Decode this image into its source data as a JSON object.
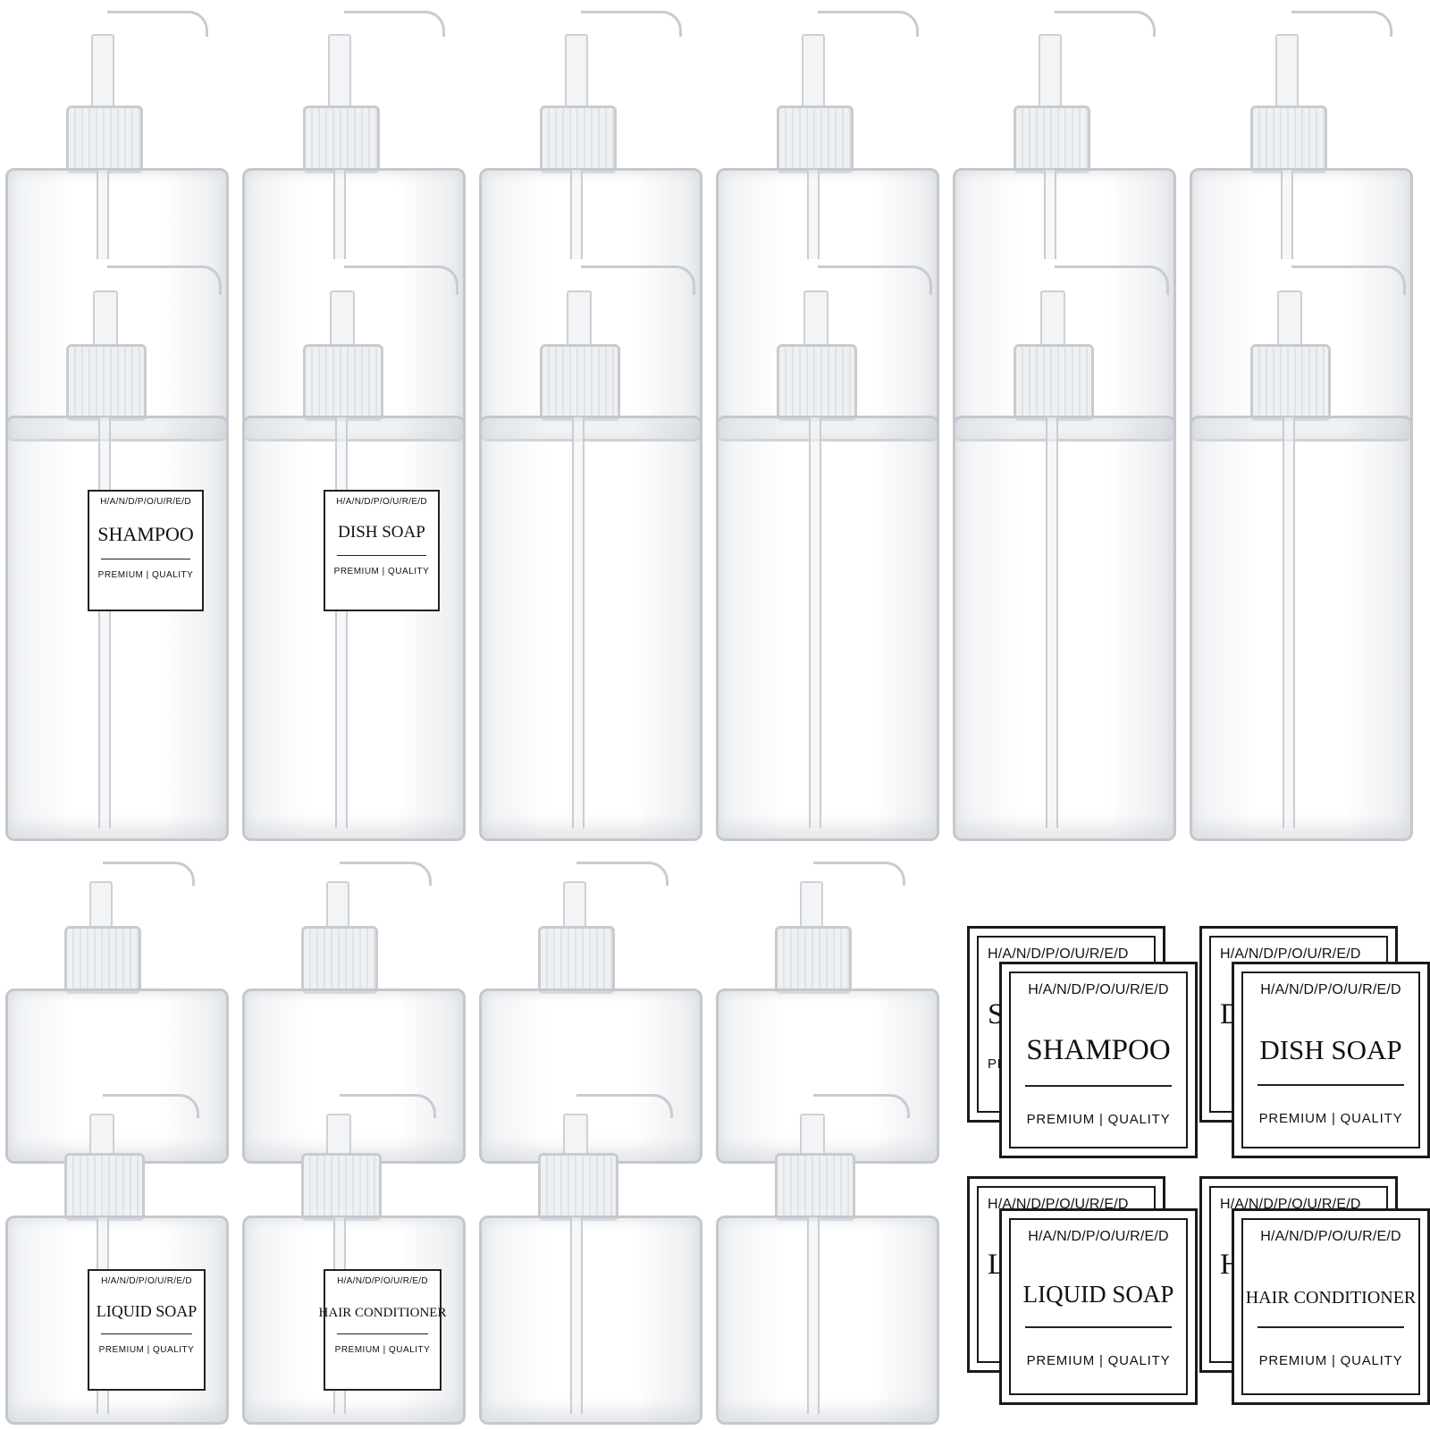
{
  "labels": {
    "brand": "H/A/N/D/P/O/U/R/E/D",
    "quality": "PREMIUM | QUALITY",
    "shampoo": "SHAMPOO",
    "dish_soap": "DISH SOAP",
    "liquid_soap": "LIQUID SOAP",
    "hair_conditioner": "HAIR CONDITIONER"
  },
  "partial_names": {
    "s": "S",
    "d": "D",
    "l": "L",
    "h": "H"
  },
  "colors": {
    "bottle_edge": "#c4c8cc",
    "label_ink": "#111111",
    "background": "#ffffff"
  }
}
